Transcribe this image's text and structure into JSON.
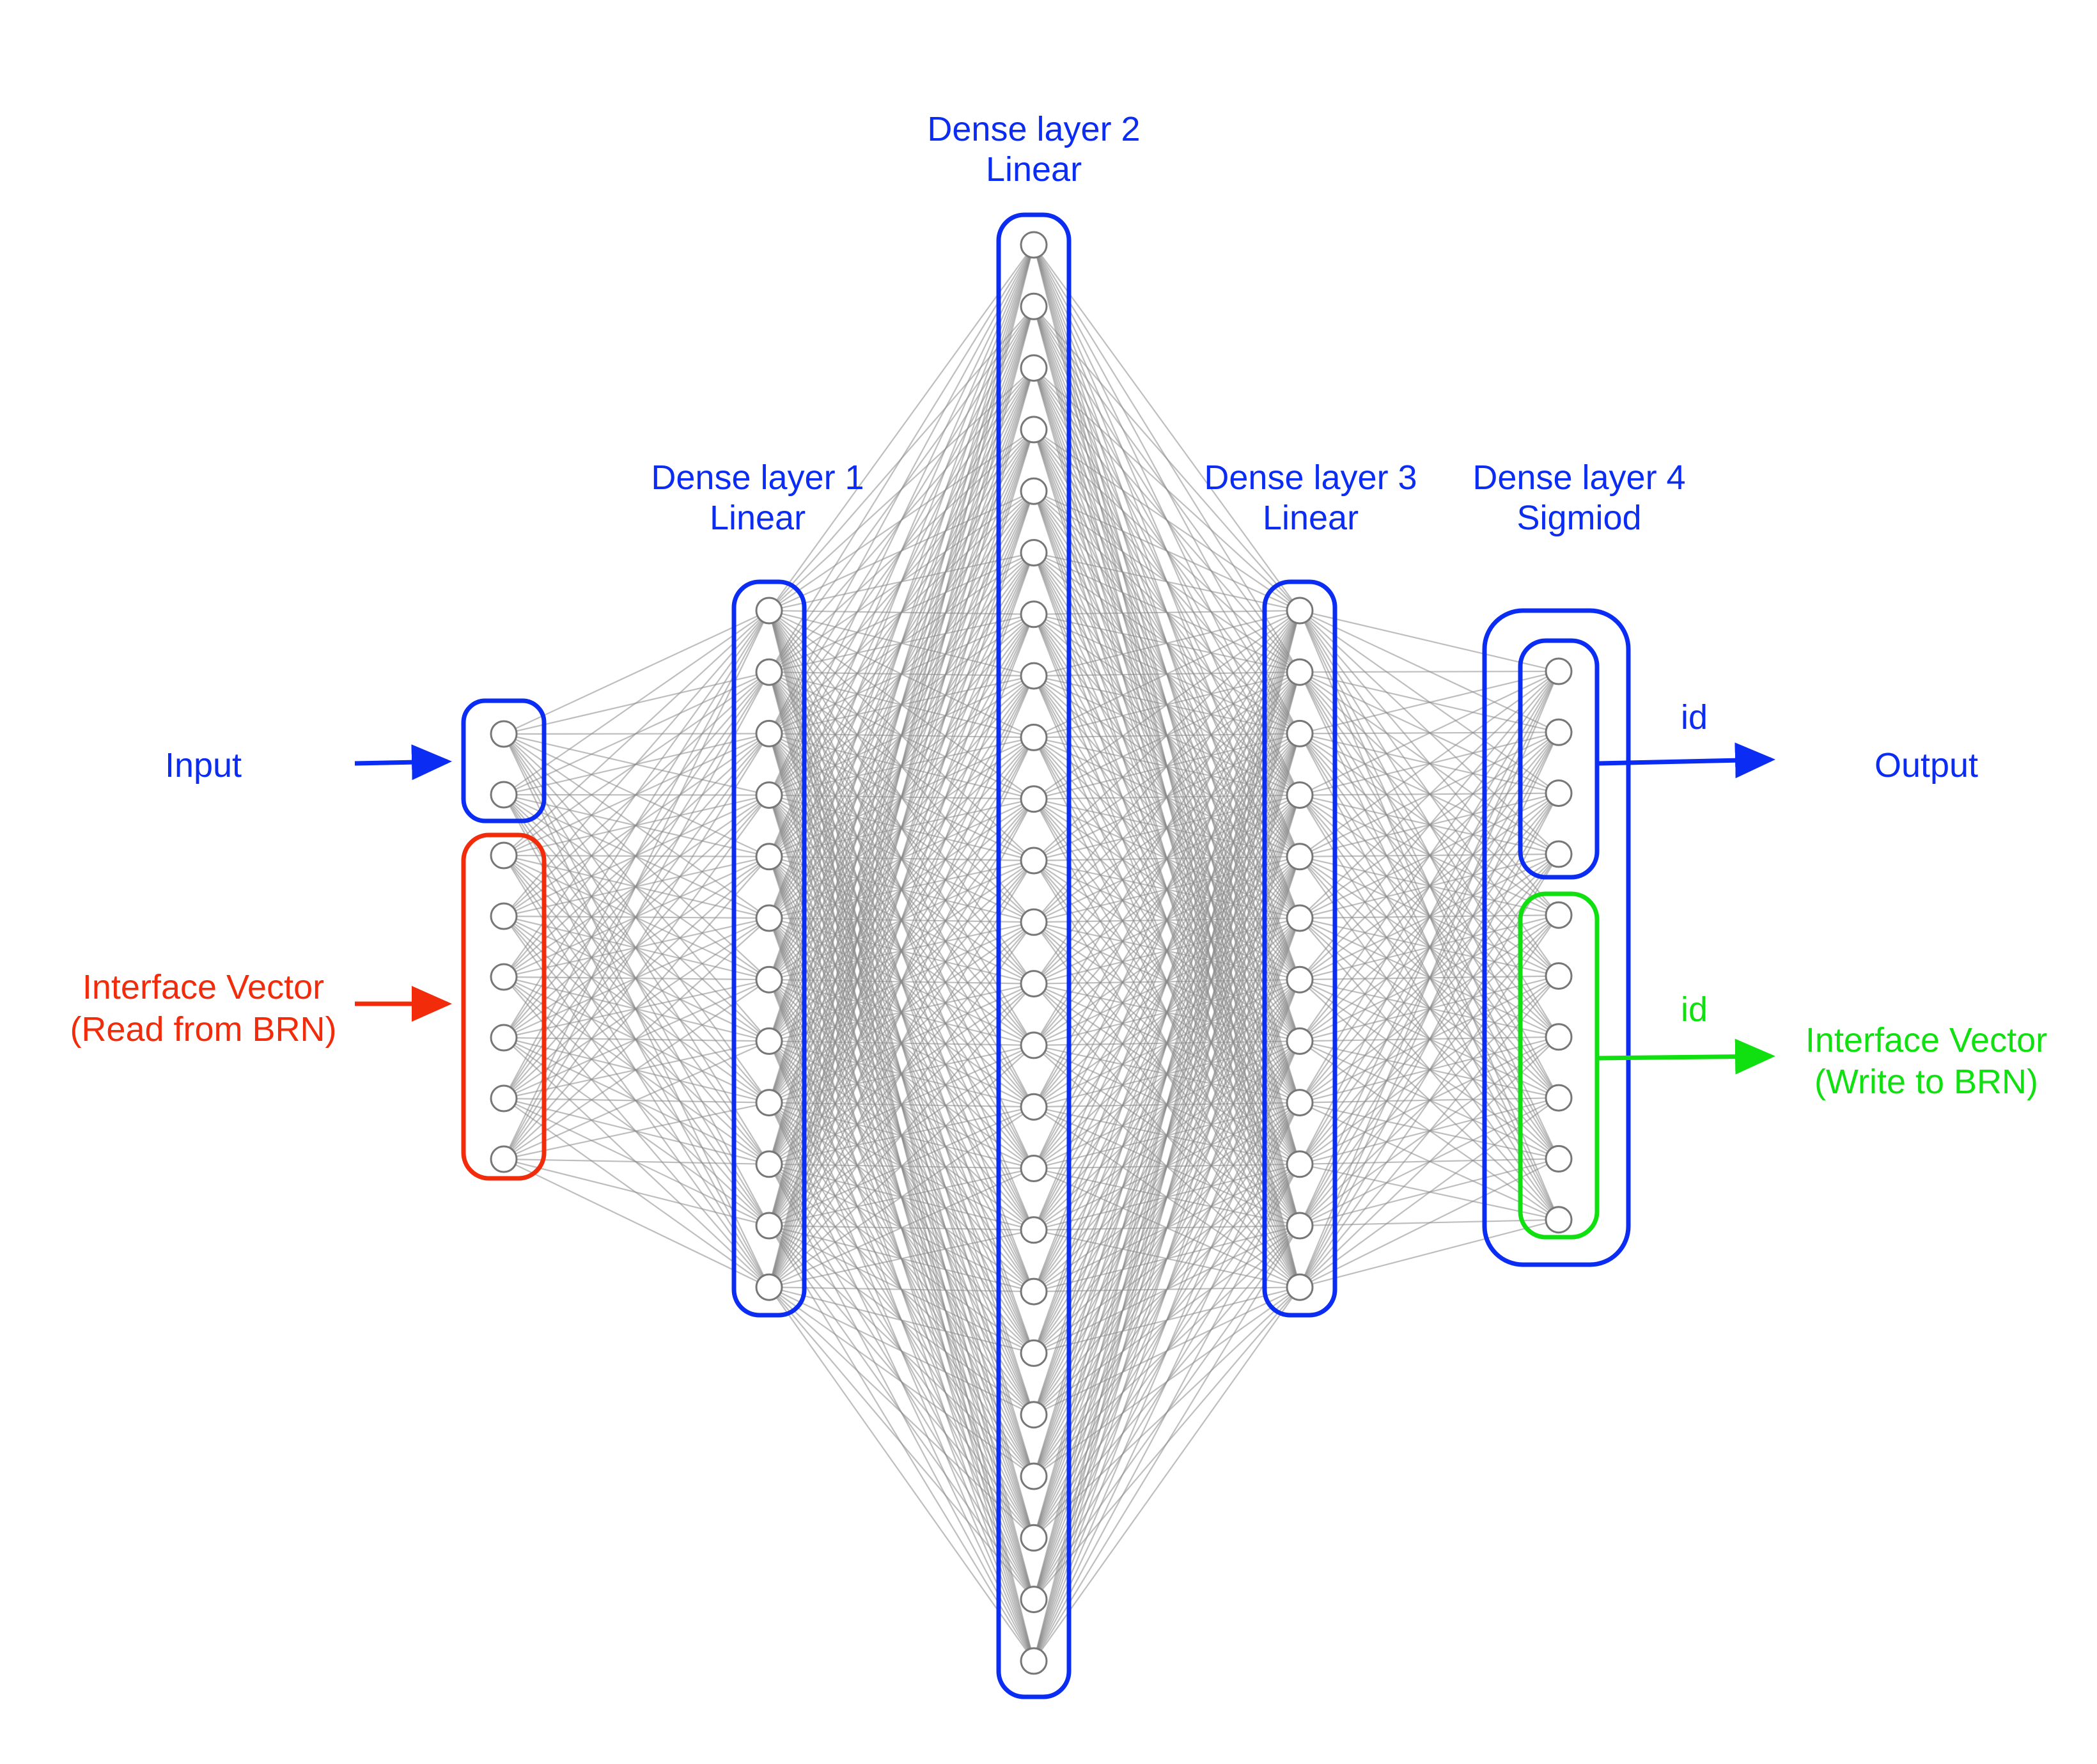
{
  "colors": {
    "blue": "#0b2cf2",
    "red": "#f22b0b",
    "green": "#10e010",
    "edge": "#8a8a8a",
    "node_stroke": "#777777"
  },
  "network": {
    "layers": [
      {
        "id": "input",
        "nodes": 8,
        "groups": [
          {
            "name": "input",
            "count": 2,
            "color": "blue"
          },
          {
            "name": "interface-read",
            "count": 6,
            "color": "red"
          }
        ]
      },
      {
        "id": "dense1",
        "nodes": 12,
        "title": "Dense layer 1",
        "activation": "Linear"
      },
      {
        "id": "dense2",
        "nodes": 24,
        "title": "Dense layer 2",
        "activation": "Linear"
      },
      {
        "id": "dense3",
        "nodes": 12,
        "title": "Dense layer 3",
        "activation": "Linear"
      },
      {
        "id": "dense4",
        "nodes": 10,
        "title": "Dense layer 4",
        "activation": "Sigmiod",
        "groups": [
          {
            "name": "output",
            "count": 4,
            "color": "blue"
          },
          {
            "name": "interface-write",
            "count": 6,
            "color": "green"
          }
        ]
      }
    ]
  },
  "labels": {
    "input": "Input",
    "interface_read": [
      "Interface Vector",
      "(Read from BRN)"
    ],
    "output": "Output",
    "interface_write": [
      "Interface Vector",
      "(Write to BRN)"
    ],
    "id_output": "id",
    "id_write": "id"
  }
}
